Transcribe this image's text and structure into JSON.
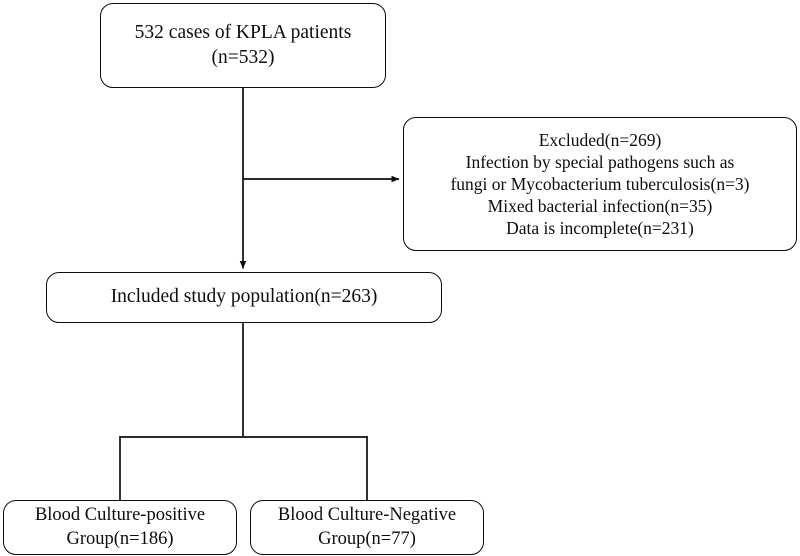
{
  "figure": {
    "type": "flowchart",
    "orientation": "top-down",
    "background_color": "#ffffff",
    "line_color": "#0d0d0d"
  },
  "nodes": {
    "source": {
      "label": "532 cases of KPLA patients\n(n=532)",
      "count": 532
    },
    "excluded": {
      "label": "Excluded(n=269)\nInfection by special pathogens such as\nfungi or Mycobacterium tuberculosis(n=3)\nMixed bacterial infection(n=35)\nData is incomplete(n=231)",
      "count": 269,
      "reasons": [
        {
          "text": "Infection by special pathogens such as fungi or Mycobacterium tuberculosis(n=3)",
          "count": 3
        },
        {
          "text": "Mixed bacterial infection(n=35)",
          "count": 35
        },
        {
          "text": "Data is incomplete(n=231)",
          "count": 231
        }
      ]
    },
    "included": {
      "label": "Included study population(n=263)",
      "count": 263
    },
    "positive": {
      "label": "Blood Culture-positive\nGroup(n=186)",
      "count": 186
    },
    "negative": {
      "label": "Blood Culture-Negative\nGroup(n=77)",
      "count": 77
    }
  },
  "edges": [
    {
      "name": "source-to-included",
      "from": "source",
      "to": "included",
      "arrowhead": true
    },
    {
      "name": "source-to-excluded",
      "from": "source",
      "to": "excluded",
      "arrowhead": true
    },
    {
      "name": "included-to-positive",
      "from": "included",
      "to": "positive",
      "arrowhead": false
    },
    {
      "name": "included-to-negative",
      "from": "included",
      "to": "negative",
      "arrowhead": false
    }
  ]
}
